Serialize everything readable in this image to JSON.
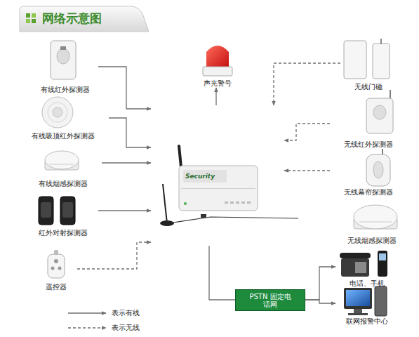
{
  "diagram": {
    "title": "网络示意图",
    "nodes": [
      {
        "text": [
          "有线红外探测器"
        ]
      },
      {
        "text": [
          "有线吸顶红外探测器"
        ]
      },
      {
        "text": [
          "有线烟感探测器"
        ]
      },
      {
        "text": [
          "红外对射探测器"
        ]
      },
      {
        "text": [
          "遥控器"
        ]
      },
      {
        "text": [
          "声光警号"
        ]
      },
      {
        "text": [
          "Security"
        ]
      },
      {
        "text": [
          "无线门磁"
        ]
      },
      {
        "text": [
          "无线红外探测器"
        ]
      },
      {
        "text": [
          "无线幕帘探测器"
        ]
      },
      {
        "text": [
          "无线烟感探测器"
        ]
      },
      {
        "text": [
          "PSTN 固定电话网"
        ]
      },
      {
        "text": [
          "电话、手机"
        ]
      },
      {
        "text": [
          "联网报警中心"
        ]
      }
    ],
    "edges": [
      {
        "from": 0,
        "to": 6,
        "arrow": "to"
      },
      {
        "from": 1,
        "to": 6,
        "arrow": "to"
      },
      {
        "from": 2,
        "to": 6,
        "arrow": "to"
      },
      {
        "from": 3,
        "to": 6,
        "arrow": "to"
      },
      {
        "from": 4,
        "to": 6,
        "arrow": "to"
      },
      {
        "from": 6,
        "to": 5,
        "arrow": "to"
      },
      {
        "from": 7,
        "to": 6,
        "arrow": "to"
      },
      {
        "from": 8,
        "to": 6,
        "arrow": "to"
      },
      {
        "from": 9,
        "to": 6,
        "arrow": "to"
      },
      {
        "from": 6,
        "to": 11,
        "arrow": "none"
      },
      {
        "from": 11,
        "to": 12,
        "arrow": "to"
      },
      {
        "from": 11,
        "to": 13,
        "arrow": "to"
      }
    ],
    "legend": [
      {
        "text": "表示有线"
      },
      {
        "text": "表示无线"
      }
    ]
  }
}
